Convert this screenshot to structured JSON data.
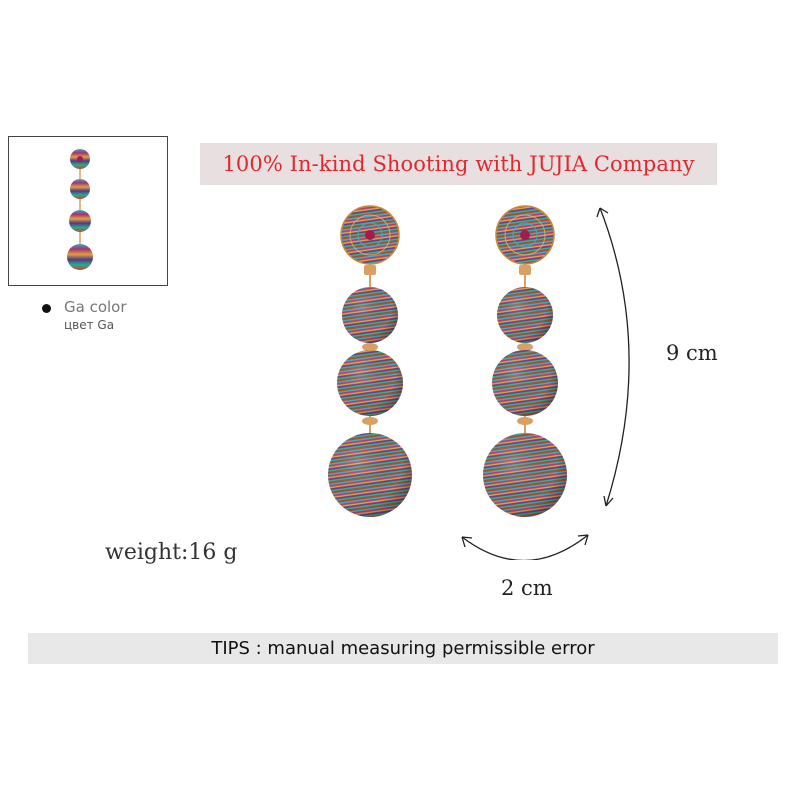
{
  "banner": {
    "text": "100% In-kind Shooting with JUJIA Company"
  },
  "color_option": {
    "label": "Ga color",
    "sublabel": "цвет Ga"
  },
  "dimensions": {
    "height": "9 cm",
    "width": "2 cm"
  },
  "weight": {
    "text": "weight:16 g"
  },
  "tips": {
    "text": "TIPS : manual measuring permissible error"
  },
  "colors": {
    "banner_text": "#e0282e",
    "banner_bg": "#e8e0e0",
    "tips_bg": "#e8e8e8",
    "gold": "#d9a066"
  }
}
